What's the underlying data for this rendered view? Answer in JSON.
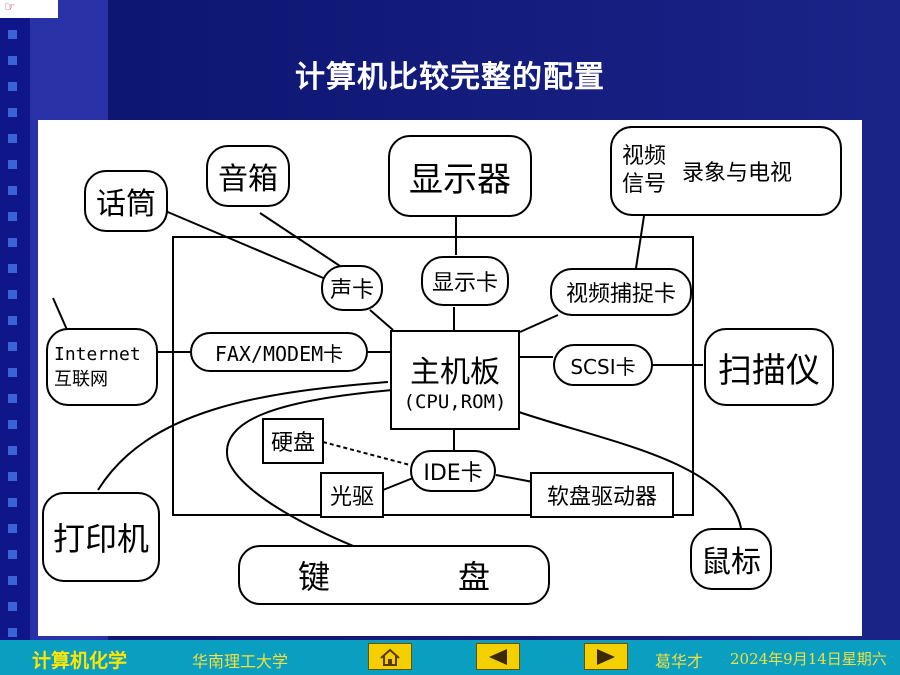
{
  "slide": {
    "title": "计算机比较完整的配置"
  },
  "diagram": {
    "nodes": {
      "speaker": "音箱",
      "microphone": "话筒",
      "monitor": "显示器",
      "video_signal_line1": "视频",
      "video_signal_line2": "信号",
      "video_source": "录象与电视",
      "sound_card": "声卡",
      "display_card": "显示卡",
      "video_capture_card": "视频捕捉卡",
      "internet_line1": "Internet",
      "internet_line2": "互联网",
      "fax_modem_card": "FAX/MODEM卡",
      "motherboard_line1": "主机板",
      "motherboard_line2": "(CPU,ROM)",
      "scsi_card": "SCSI卡",
      "scanner": "扫描仪",
      "hard_disk": "硬盘",
      "ide_card": "IDE卡",
      "cd_drive": "光驱",
      "floppy_drive": "软盘驱动器",
      "printer": "打印机",
      "mouse": "鼠标",
      "keyboard_char1": "键",
      "keyboard_char2": "盘"
    }
  },
  "footer": {
    "course": "计算机化学",
    "university": "华南理工大学",
    "author": "葛华才",
    "date": "2024年9月14日星期六",
    "buttons": {
      "home": "home-icon",
      "prev": "triangle-left-icon",
      "next": "triangle-right-icon"
    }
  },
  "colors": {
    "background": "#141c7c",
    "footer": "#0a9ec0",
    "footer_course_text": "#ffe600",
    "nav_button": "#f4d000"
  }
}
